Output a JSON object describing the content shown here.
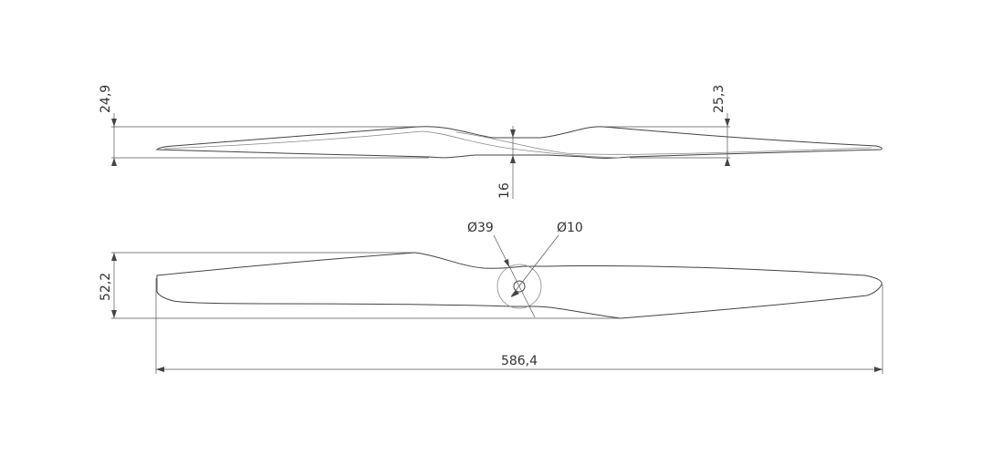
{
  "dimensions": {
    "top_left_thickness": "24,9",
    "top_right_thickness": "25,3",
    "hub_thickness": "16",
    "hub_diameter": "Ø39",
    "bore_diameter": "Ø10",
    "max_chord": "52,2",
    "overall_length": "586,4"
  },
  "colors": {
    "line": "#444444",
    "background": "#ffffff"
  }
}
